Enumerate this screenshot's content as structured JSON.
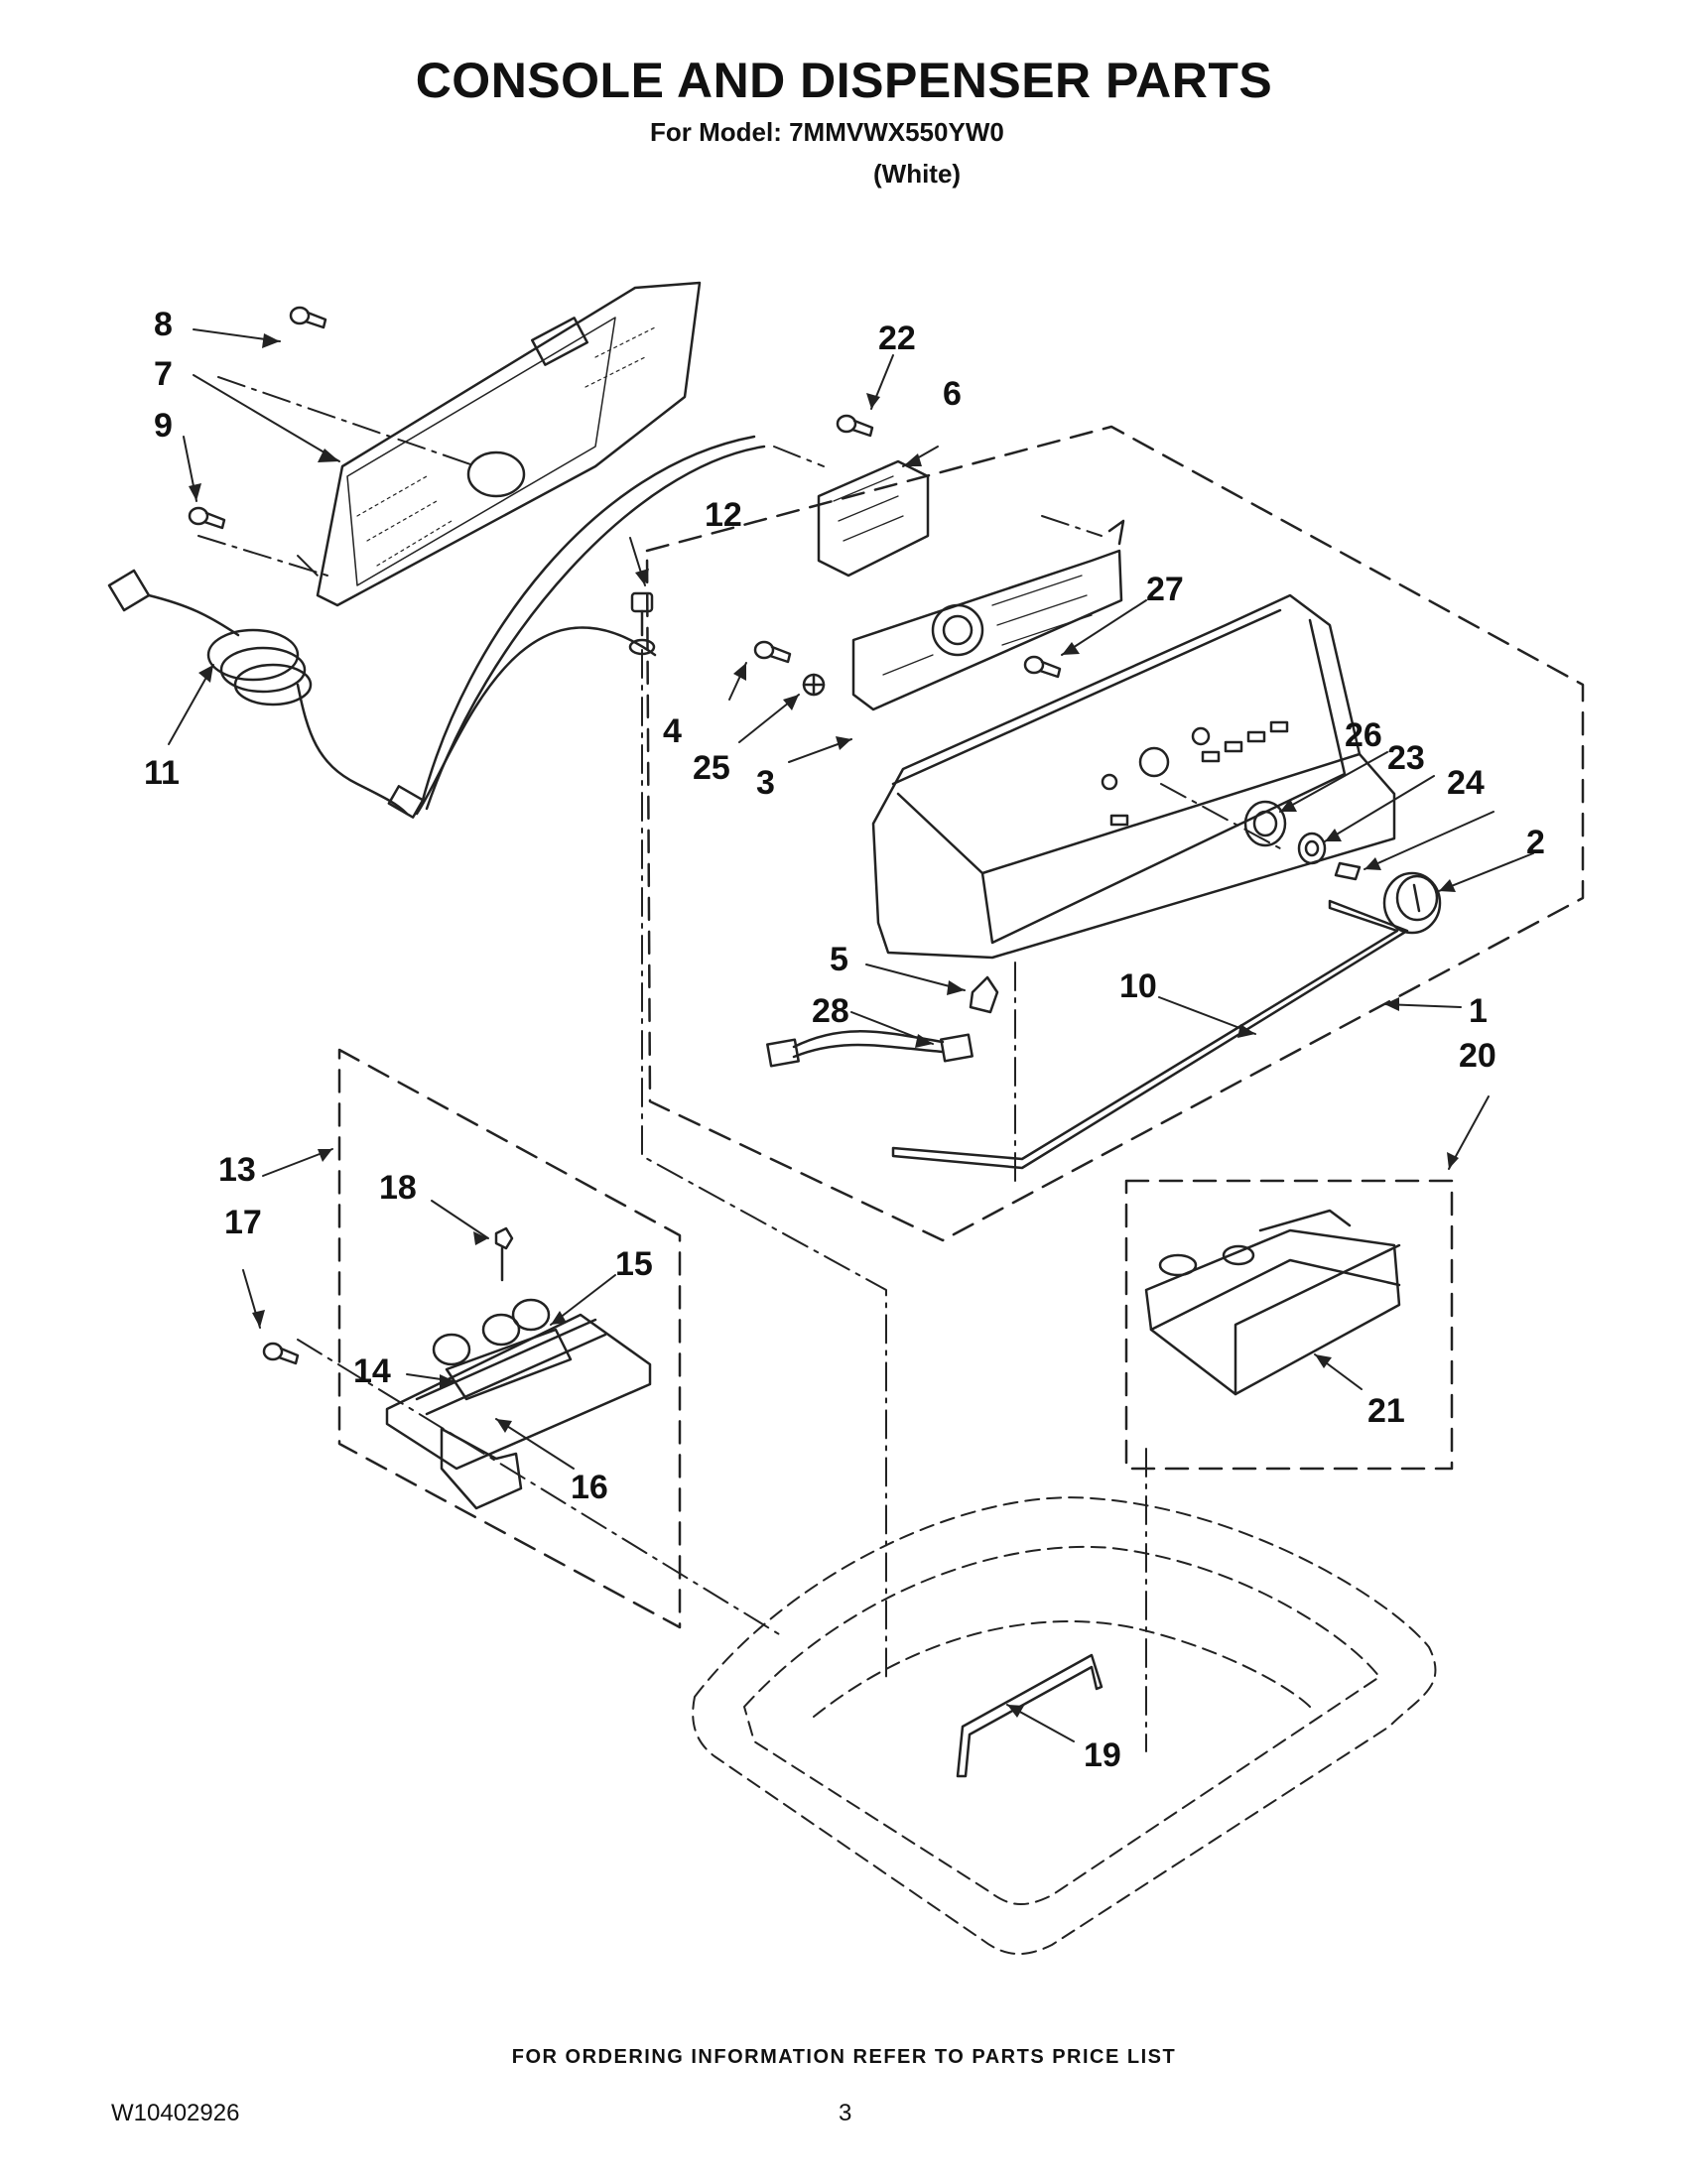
{
  "header": {
    "title": "CONSOLE AND DISPENSER PARTS",
    "model_line": "For Model: 7MMVWX550YW0",
    "color_note": "(White)"
  },
  "callouts": [
    "1",
    "2",
    "3",
    "4",
    "5",
    "6",
    "7",
    "8",
    "9",
    "10",
    "11",
    "12",
    "13",
    "14",
    "15",
    "16",
    "17",
    "18",
    "19",
    "20",
    "21",
    "22",
    "23",
    "24",
    "25",
    "26",
    "27",
    "28"
  ],
  "footer": {
    "ordering_note": "FOR ORDERING INFORMATION REFER TO PARTS PRICE LIST",
    "doc_number": "W10402926",
    "page_number": "3"
  }
}
